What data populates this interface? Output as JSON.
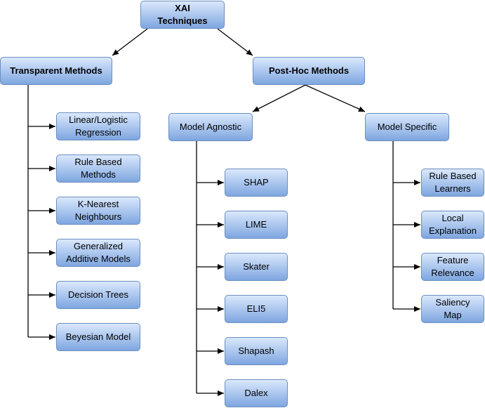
{
  "diagram": {
    "root": {
      "label": "XAI\nTechniques"
    },
    "transparent": {
      "label": "Transparent Methods",
      "children": [
        "Linear/Logistic\nRegression",
        "Rule Based\nMethods",
        "K-Nearest\nNeighbours",
        "Generalized\nAdditive Models",
        "Decision Trees",
        "Beyesian Model"
      ]
    },
    "posthoc": {
      "label": "Post-Hoc Methods"
    },
    "agnostic": {
      "label": "Model Agnostic",
      "children": [
        "SHAP",
        "LIME",
        "Skater",
        "ELI5",
        "Shapash",
        "Dalex"
      ]
    },
    "specific": {
      "label": "Model Specific",
      "children": [
        "Rule Based\nLearners",
        "Local\nExplanation",
        "Feature\nRelevance",
        "Saliency\nMap"
      ]
    },
    "style": {
      "node_fill_top": "#dae8fc",
      "node_fill_bottom": "#7ea6e0",
      "node_border": "#6c8ebf",
      "edge_color": "#000000"
    }
  }
}
